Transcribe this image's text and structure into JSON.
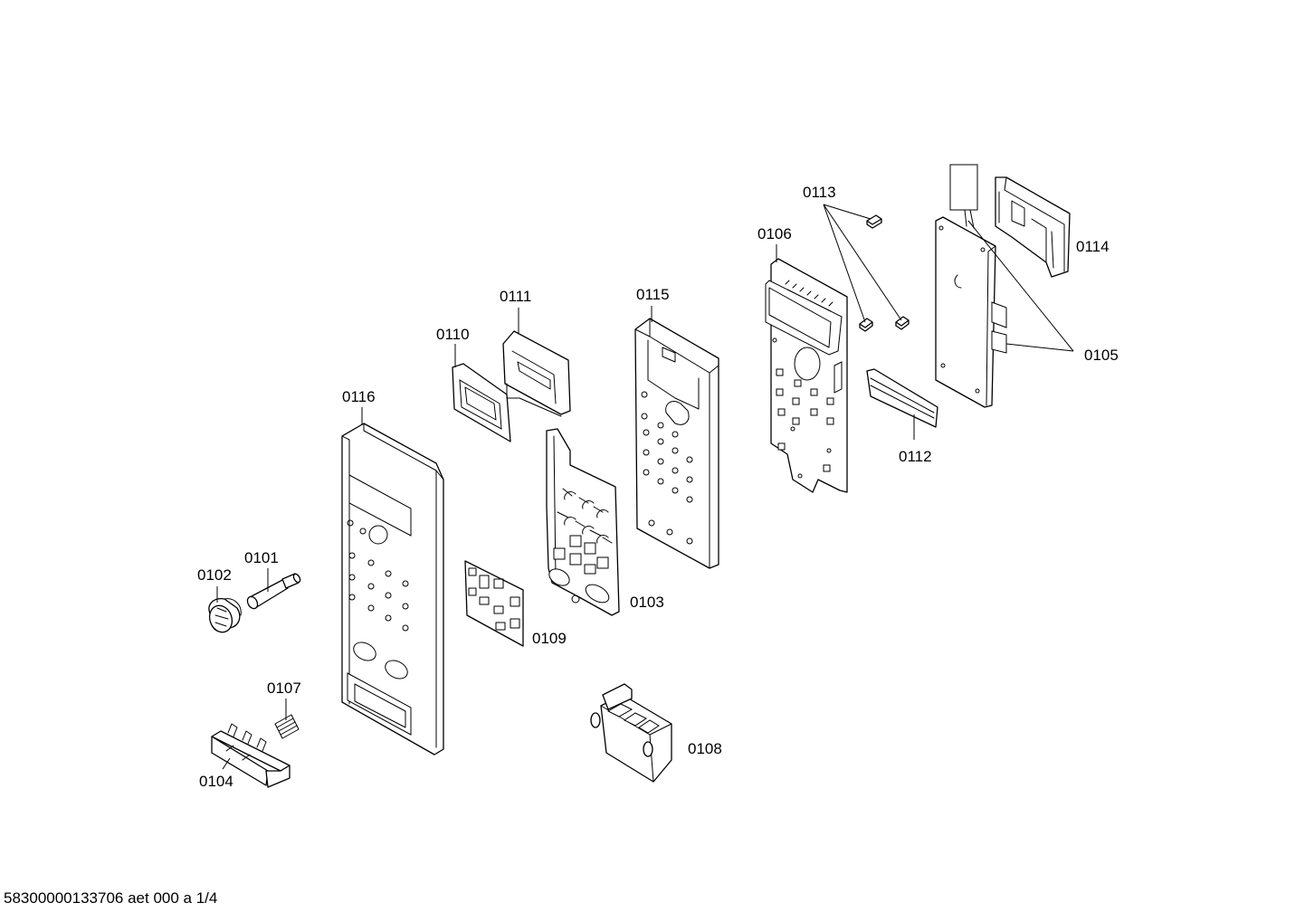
{
  "labels": {
    "p0101": "0101",
    "p0102": "0102",
    "p0103": "0103",
    "p0104": "0104",
    "p0105": "0105",
    "p0106": "0106",
    "p0107": "0107",
    "p0108": "0108",
    "p0109": "0109",
    "p0110": "0110",
    "p0111": "0111",
    "p0112": "0112",
    "p0113": "0113",
    "p0114": "0114",
    "p0115": "0115",
    "p0116": "0116"
  },
  "footer": "58300000133706 aet 000 a 1/4"
}
